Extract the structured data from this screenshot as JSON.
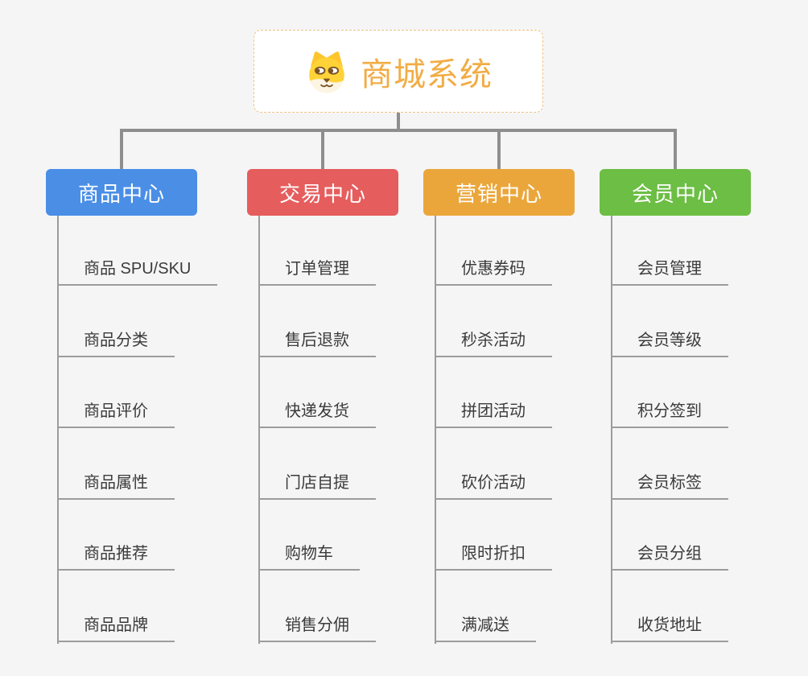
{
  "page": {
    "background": "#f5f5f5",
    "connector_color": "#8e8e8e",
    "child_line_color": "#9c9c9c",
    "child_text_color": "#3b3b3b"
  },
  "root": {
    "title": "商城系统",
    "icon": "shiba-dog-icon",
    "text_color": "#f2ac44",
    "border_color": "#f0c285",
    "background": "#ffffff"
  },
  "branches": [
    {
      "label": "商品中心",
      "color": "#4a8ee6",
      "children": [
        "商品 SPU/SKU",
        "商品分类",
        "商品评价",
        "商品属性",
        "商品推荐",
        "商品品牌"
      ]
    },
    {
      "label": "交易中心",
      "color": "#e65d5d",
      "children": [
        "订单管理",
        "售后退款",
        "快递发货",
        "门店自提",
        "购物车",
        "销售分佣"
      ]
    },
    {
      "label": "营销中心",
      "color": "#eba63b",
      "children": [
        "优惠券码",
        "秒杀活动",
        "拼团活动",
        "砍价活动",
        "限时折扣",
        "满减送"
      ]
    },
    {
      "label": "会员中心",
      "color": "#6cbe44",
      "children": [
        "会员管理",
        "会员等级",
        "积分签到",
        "会员标签",
        "会员分组",
        "收货地址"
      ]
    }
  ]
}
